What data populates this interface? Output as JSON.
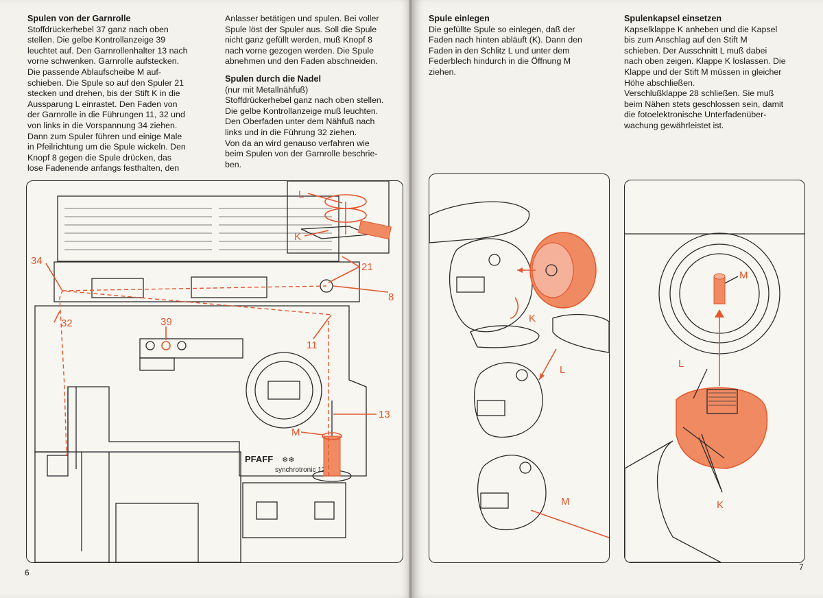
{
  "left_page": {
    "col1": {
      "heading": "Spulen von der Garnrolle",
      "body": "Stoffdrückerhebel 37 ganz nach oben\nstellen. Die gelbe Kontrollanzeige 39\nleuchtet auf. Den Garnrollenhalter 13 nach\nvorne schwenken. Garnrolle aufstecken.\nDie passende Ablaufscheibe M auf-\nschieben. Die Spule so auf den Spuler 21\nstecken und drehen, bis der Stift K in die\nAussparung L einrastet. Den Faden von\nder Garnrolle in die Führungen 11, 32 und\nvon links in die Vorspannung 34 ziehen.\nDann zum Spuler führen und einige Male\nin Pfeilrichtung um die Spule wickeln. Den\nKnopf 8 gegen die Spule drücken, das\nlose Fadenende anfangs festhalten, den"
    },
    "col2": {
      "body1": "Anlasser betätigen und spulen. Bei voller\nSpule löst der Spuler aus. Soll die Spule\nnicht ganz gefüllt werden, muß Knopf 8\nnach vorne gezogen werden. Die Spule\nabnehmen und den Faden abschneiden.",
      "heading": "Spulen durch die Nadel",
      "subheading": "(nur mit Metallnähfuß)",
      "body2": "Stoffdrückerhebel ganz nach oben stellen.\nDie gelbe Kontrollanzeige muß leuchten.\nDen Oberfaden unter dem Nähfuß nach\nlinks und in die Führung 32 ziehen.\nVon da an wird genauso verfahren wie\nbeim Spulen von der Garnrolle beschrie-\nben."
    },
    "figure": {
      "labels": [
        "34",
        "32",
        "39",
        "11",
        "21",
        "8",
        "13",
        "M",
        "L",
        "K"
      ],
      "brand": "PFAFF",
      "brand_symbol": "❄❄",
      "model": "synchrotronic 12"
    },
    "page_number": "6"
  },
  "right_page": {
    "col1": {
      "heading": "Spule einlegen",
      "body": "Die gefüllte Spule so einlegen, daß der\nFaden nach hinten abläuft (K). Dann den\nFaden in den Schlitz L und unter dem\nFederblech hindurch in die Öffnung M\nziehen."
    },
    "col2": {
      "heading": "Spulenkapsel einsetzen",
      "body": "Kapselklappe K anheben und die Kapsel\nbis zum Anschlag auf den Stift M\nschieben. Der Ausschnitt L muß dabei\nnach oben zeigen. Klappe K loslassen. Die\nKlappe und der Stift M müssen in gleicher\nHöhe abschließen.\nVerschlußklappe 28 schließen. Sie muß\nbeim Nähen stets geschlossen sein, damit\ndie fotoelektronische Unterfadenüber-\nwachung gewährleistet ist."
    },
    "figure1": {
      "labels": [
        "K",
        "L",
        "M"
      ]
    },
    "figure2": {
      "labels": [
        "M",
        "L",
        "K"
      ]
    },
    "page_number": "7"
  },
  "colors": {
    "accent": "#e4572e",
    "ink": "#1b1b1b",
    "paper": "#f4f2ec"
  }
}
